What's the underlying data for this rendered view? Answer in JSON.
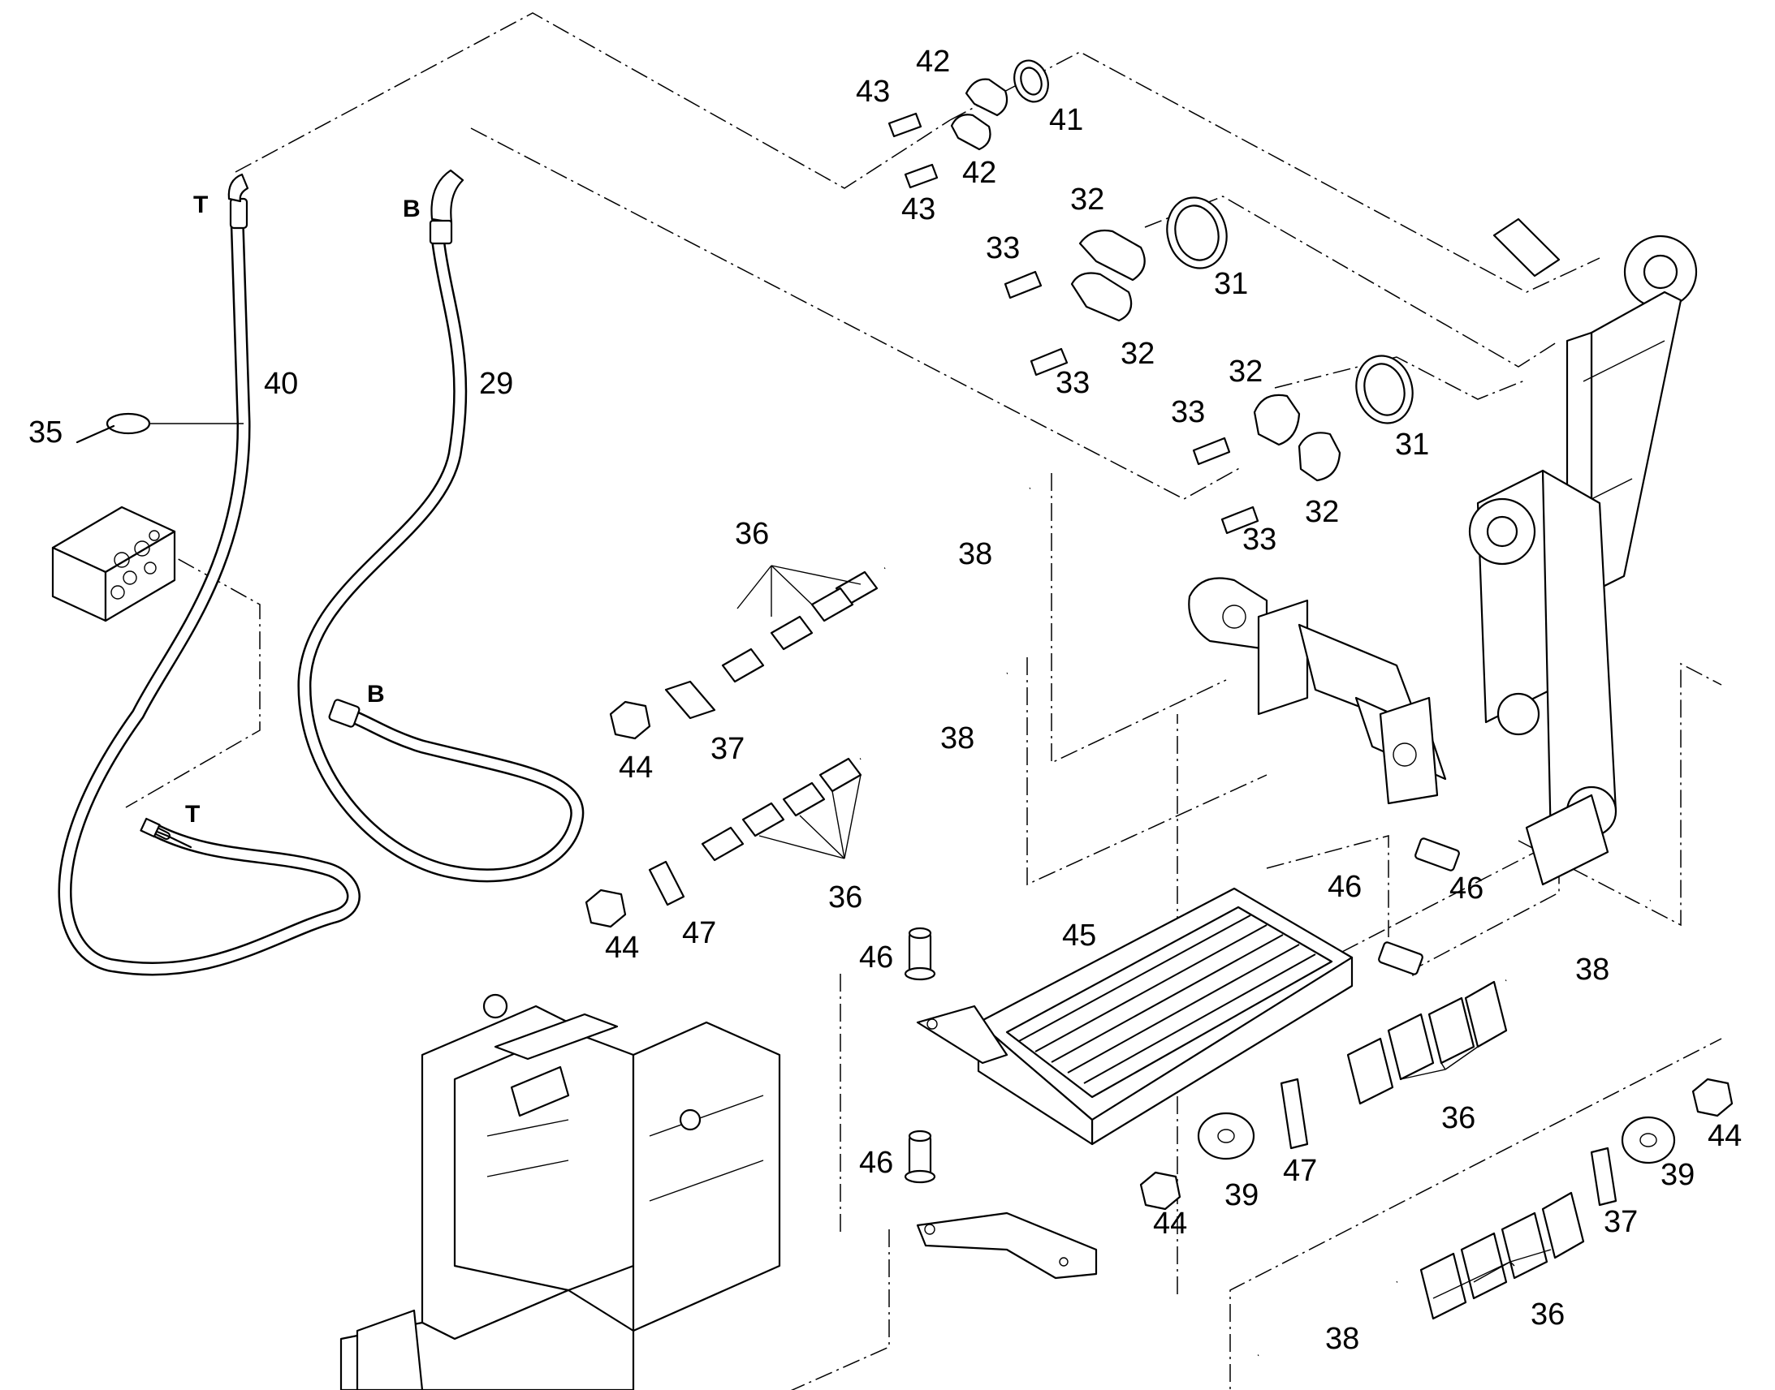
{
  "callouts": {
    "c29": "29",
    "c31a": "31",
    "c31b": "31",
    "c32a": "32",
    "c32b": "32",
    "c32c": "32",
    "c32d": "32",
    "c33a": "33",
    "c33b": "33",
    "c33c": "33",
    "c33d": "33",
    "c35": "35",
    "c36a": "36",
    "c36b": "36",
    "c36c": "36",
    "c36d": "36",
    "c37a": "37",
    "c37b": "37",
    "c38a": "38",
    "c38b": "38",
    "c38c": "38",
    "c38d": "38",
    "c39a": "39",
    "c39b": "39",
    "c40": "40",
    "c41": "41",
    "c42a": "42",
    "c42b": "42",
    "c43a": "43",
    "c43b": "43",
    "c44a": "44",
    "c44b": "44",
    "c44c": "44",
    "c44d": "44",
    "c45": "45",
    "c46a": "46",
    "c46b": "46",
    "c46c": "46",
    "c46d": "46",
    "c47a": "47",
    "c47b": "47"
  },
  "ports": {
    "t_top": "T",
    "b_top": "B",
    "b_mid": "B",
    "t_bot": "T"
  }
}
